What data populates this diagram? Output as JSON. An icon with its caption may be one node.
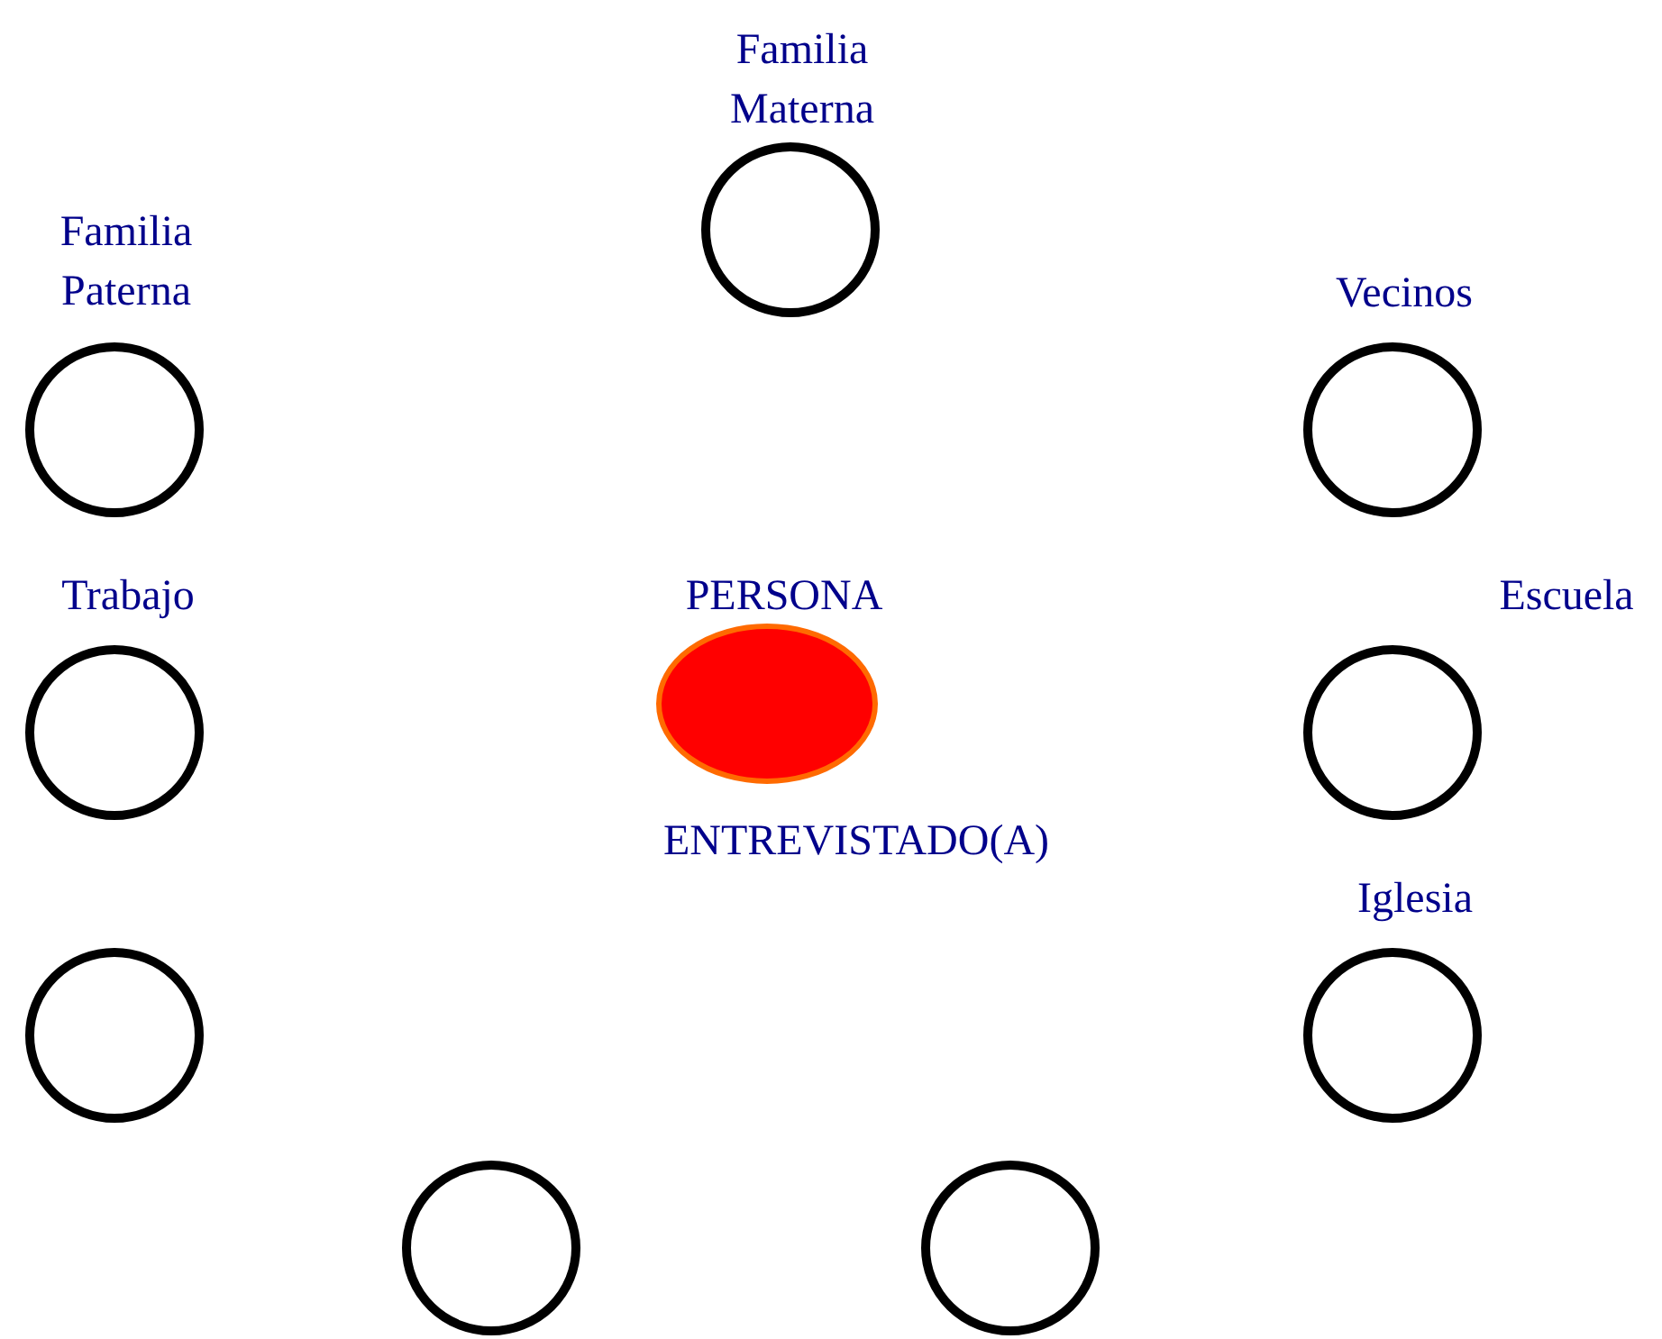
{
  "diagram": {
    "nodes": [
      {
        "text": [
          "Familia Materna"
        ]
      },
      {
        "text": [
          "Familia Paterna"
        ]
      },
      {
        "text": [
          "Vecinos"
        ]
      },
      {
        "text": [
          "Trabajo"
        ]
      },
      {
        "text": [
          "PERSONA",
          "ENTREVISTADO(A)"
        ]
      },
      {
        "text": [
          "Escuela"
        ]
      },
      {
        "text": [
          "Iglesia"
        ]
      },
      {
        "text": [],
        "shape": "circle"
      },
      {
        "text": [],
        "shape": "circle"
      },
      {
        "text": [],
        "shape": "circle"
      }
    ]
  }
}
